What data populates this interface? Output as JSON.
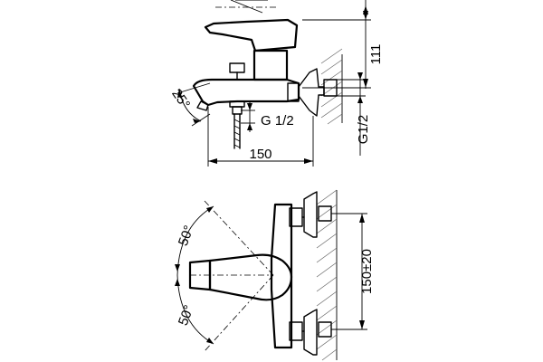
{
  "drawing": {
    "side_view": {
      "height_label": "111",
      "width_label": "150",
      "spout_angle_label": "25°",
      "outlet_thread_label": "G 1/2",
      "inlet_thread_label": "G1/2"
    },
    "top_view": {
      "lever_angle_upper_label": "50°",
      "lever_angle_lower_label": "50°",
      "centers_label": "150±20"
    }
  }
}
